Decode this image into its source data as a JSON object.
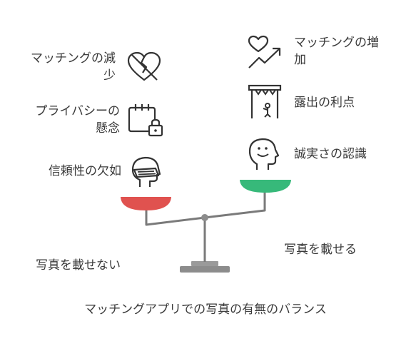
{
  "left_factors": [
    {
      "label_line1": "マッチングの減",
      "label_line2": "少",
      "icon": "broken-heart-icon"
    },
    {
      "label_line1": "プライバシーの",
      "label_line2": "懸念",
      "icon": "calendar-lock-icon"
    },
    {
      "label_line1": "信頼性の欠如",
      "label_line2": "",
      "icon": "masked-person-icon"
    }
  ],
  "right_factors": [
    {
      "label_line1": "マッチングの増",
      "label_line2": "加",
      "icon": "heart-growth-icon"
    },
    {
      "label_line1": "露出の利点",
      "label_line2": "",
      "icon": "stage-spotlight-icon"
    },
    {
      "label_line1": "誠実さの認識",
      "label_line2": "",
      "icon": "smiling-head-icon"
    }
  ],
  "left_pan_label": "写真を載せない",
  "right_pan_label": "写真を載せる",
  "title": "マッチングアプリでの写真の有無のバランス",
  "colors": {
    "left_pan": "#e0524f",
    "right_pan": "#37b97a",
    "beam": "#7a7a7a",
    "base": "#8c8c8c"
  }
}
